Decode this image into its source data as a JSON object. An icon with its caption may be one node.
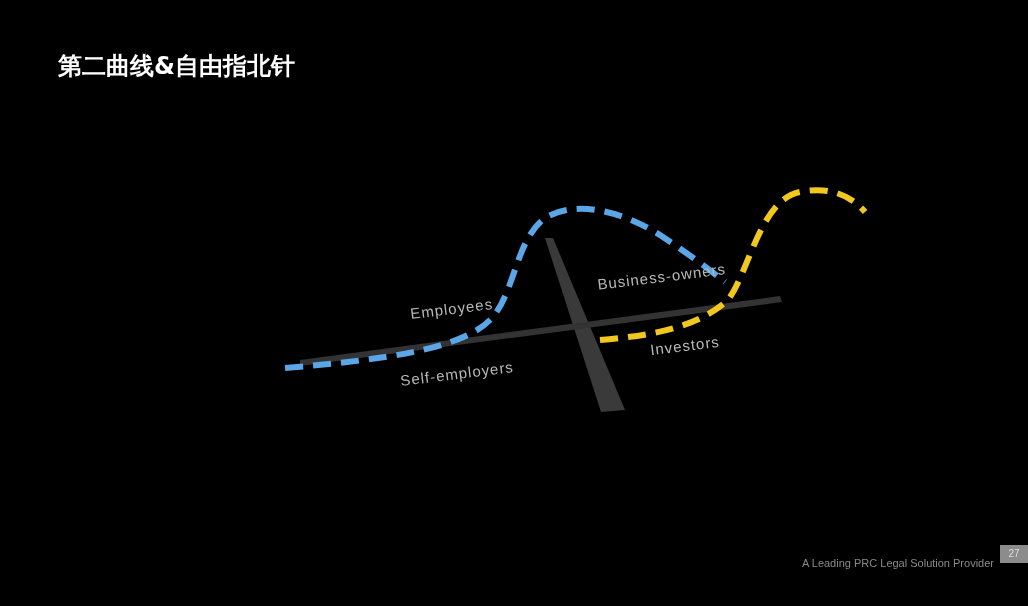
{
  "diagram": {
    "title": "第二曲线&自由指北针",
    "labels": [
      "Employees",
      "Business-owners",
      "Self-employers",
      "Investors",
      "A Leading PRC Legal Solution Provider",
      "27"
    ]
  }
}
